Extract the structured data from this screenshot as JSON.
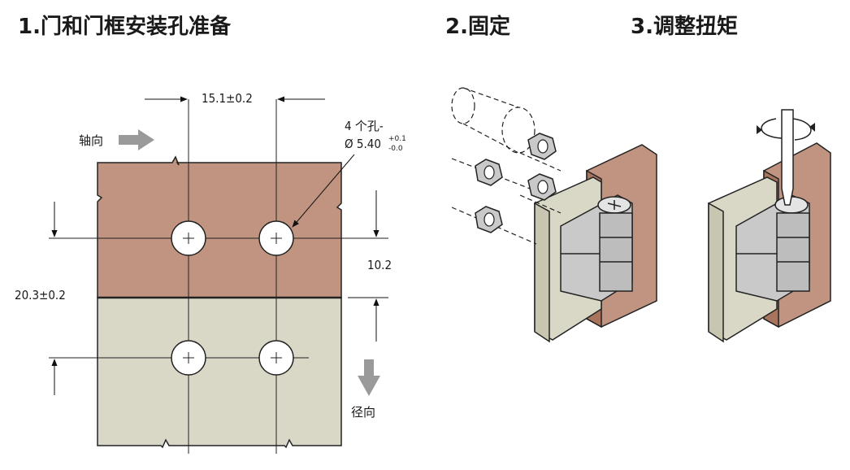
{
  "steps": [
    {
      "title": "1.门和门框安装孔准备"
    },
    {
      "title": "2.固定"
    },
    {
      "title": "3.调整扭矩"
    }
  ],
  "diagram": {
    "axial_label": "轴向",
    "radial_label": "径向",
    "dim_width": "15.1±0.2",
    "dim_height": "20.3±0.2",
    "dim_offset": "10.2",
    "holes_label": "4 个孔-",
    "hole_dia": "Ø 5.40",
    "tol_plus": "+0.1",
    "tol_minus": "-0.0"
  },
  "colors": {
    "frame": "#c09480",
    "door": "#d9d7c5",
    "hinge": "#c9c9c9",
    "arrow": "#9a9a9a"
  }
}
